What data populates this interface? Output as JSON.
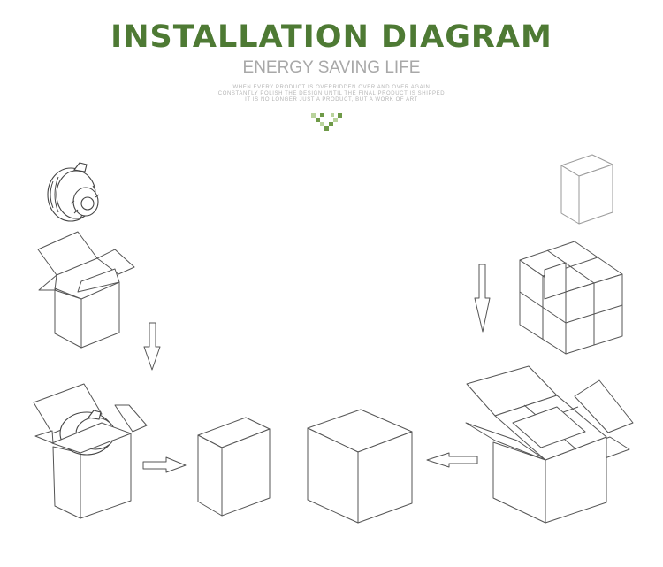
{
  "header": {
    "title": "INSTALLATION DIAGRAM",
    "subtitle": "ENERGY SAVING LIFE",
    "tagline": [
      "WHEN EVERY PRODUCT IS OVERRIDDEN OVER AND OVER AGAIN",
      "CONSTANTLY POLISH THE DESIGN UNTIL THE FINAL PRODUCT IS SHIPPED",
      "IT IS NO LONGER JUST A PRODUCT, BUT A WORK OF ART"
    ]
  },
  "colors": {
    "title_green": "#4e7a34",
    "mark_dark": "#6f9a48",
    "mark_light": "#b9d39c",
    "line": "#555555"
  },
  "icons": [
    "speaker-icon",
    "open-box-icon",
    "arrow-down-icon",
    "arrow-right-icon",
    "arrow-left-icon",
    "closed-box-icon",
    "box-stack-icon",
    "chevron-down-icon"
  ]
}
